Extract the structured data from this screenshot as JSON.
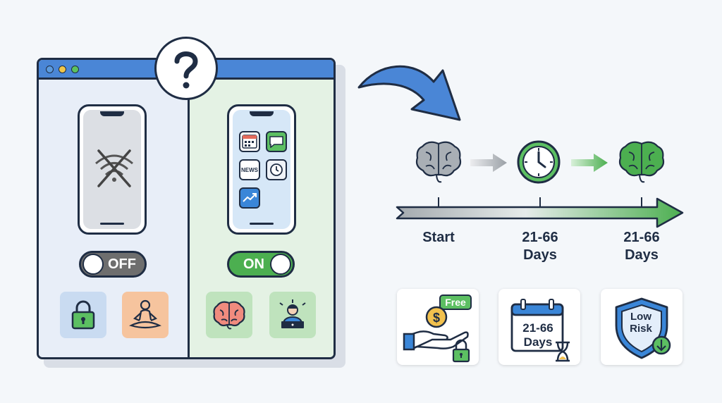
{
  "toggles": {
    "off_label": "OFF",
    "on_label": "ON"
  },
  "phone_apps": {
    "news_label": "NEWS"
  },
  "timeline": {
    "labels": [
      {
        "text": "Start"
      },
      {
        "text": "21-66\nDays"
      },
      {
        "text": "21-66\nDays"
      }
    ]
  },
  "cards": {
    "free_badge": "Free",
    "calendar_line1": "21-66",
    "calendar_line2": "Days",
    "shield_line1": "Low",
    "shield_line2": "Risk"
  },
  "colors": {
    "outline": "#1f2d44",
    "accent_blue": "#4a86d6",
    "accent_green": "#4caf50",
    "brain_gray": "#a9afb5"
  }
}
